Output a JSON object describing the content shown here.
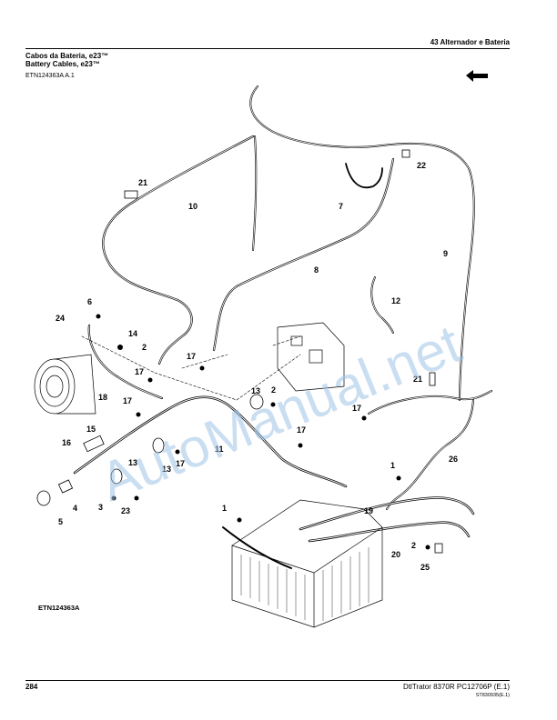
{
  "header": {
    "section_title": "43 Alternador e Bateria",
    "title_pt": "Cabos da Bateria, e23™",
    "title_en": "Battery Cables, e23™",
    "doc_id": "ETN124363A A.1"
  },
  "figure": {
    "id": "ETN124363A",
    "callouts": [
      "1",
      "1",
      "2",
      "2",
      "2",
      "2",
      "3",
      "4",
      "5",
      "6",
      "7",
      "8",
      "9",
      "10",
      "11",
      "12",
      "13",
      "13",
      "13",
      "14",
      "15",
      "16",
      "17",
      "17",
      "17",
      "17",
      "17",
      "17",
      "18",
      "19",
      "20",
      "21",
      "21",
      "22",
      "23",
      "24",
      "25",
      "26"
    ]
  },
  "watermark": {
    "text": "AutoManual.net",
    "color": "#9fc3e6"
  },
  "footer": {
    "page_number": "284",
    "text": "DtlTrator 8370R    PC12706P    (E.1)",
    "code": "ST830935(E.1)"
  }
}
